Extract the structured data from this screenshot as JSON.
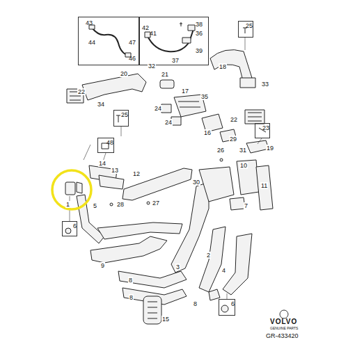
{
  "diagram": {
    "nodes": [
      {
        "text": [
          "43",
          "44",
          "47",
          "46"
        ]
      },
      {
        "text": [
          "42",
          "41",
          "38",
          "36",
          "39",
          "37"
        ]
      },
      {
        "text": [
          "25"
        ]
      },
      {
        "text": [
          "25"
        ]
      },
      {
        "text": [
          "23"
        ]
      },
      {
        "text": [
          "48"
        ]
      },
      {
        "text": [
          "6"
        ]
      },
      {
        "text": [
          "6"
        ]
      }
    ],
    "edges": [],
    "labels": [
      "32",
      "21",
      "20",
      "18",
      "33",
      "22",
      "34",
      "17",
      "35",
      "24",
      "24",
      "16",
      "22",
      "29",
      "31",
      "19",
      "26",
      "14",
      "13",
      "12",
      "10",
      "30",
      "11",
      "7",
      "1",
      "5",
      "28",
      "27",
      "9",
      "3",
      "2",
      "4",
      "8",
      "8",
      "8",
      "15",
      "VOLVO",
      "GENUINE PARTS",
      "GR-433420"
    ]
  }
}
